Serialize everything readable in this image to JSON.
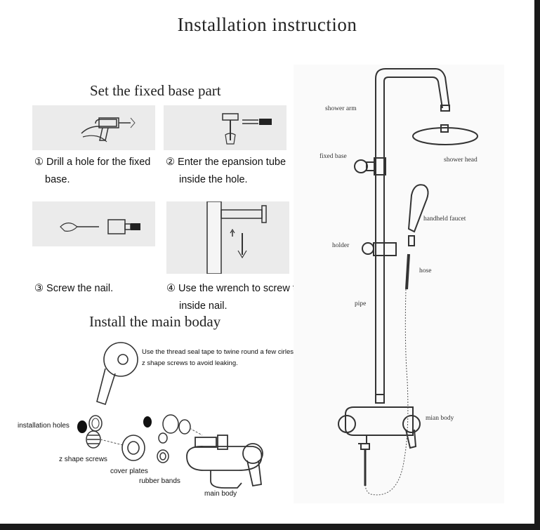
{
  "title": "Installation instruction",
  "section1": {
    "heading": "Set the fixed base part",
    "steps": [
      {
        "num": "①",
        "line1": "Drill a hole for the fixed",
        "line2": "base."
      },
      {
        "num": "②",
        "line1": "Enter the epansion tube",
        "line2": "inside the hole."
      },
      {
        "num": "③",
        "line1": "Screw the nail.",
        "line2": ""
      },
      {
        "num": "④",
        "line1": "Use the wrench to screw the",
        "line2": "inside nail."
      }
    ]
  },
  "section2": {
    "heading": "Install the main boday",
    "note_line1": "Use the thread seal tape to twine round a few cirles  to the",
    "note_line2": "z shape screws to avoid leaking.",
    "labels": {
      "installation_holes": "installation holes",
      "z_shape_screws": "z shape screws",
      "cover_plates": "cover plates",
      "rubber_bands": "rubber bands",
      "main_body": "main body"
    }
  },
  "diagram": {
    "shower_arm": "shower arm",
    "fixed_base": "fixed base",
    "shower_head": "shower head",
    "handheld_faucet": "handheld faucet",
    "holder": "holder",
    "hose": "hose",
    "pipe": "pipe",
    "mian_body": "mian body"
  },
  "colors": {
    "panel_bg": "#ebebeb",
    "line": "#333333",
    "frame": "#1a1a1a"
  }
}
